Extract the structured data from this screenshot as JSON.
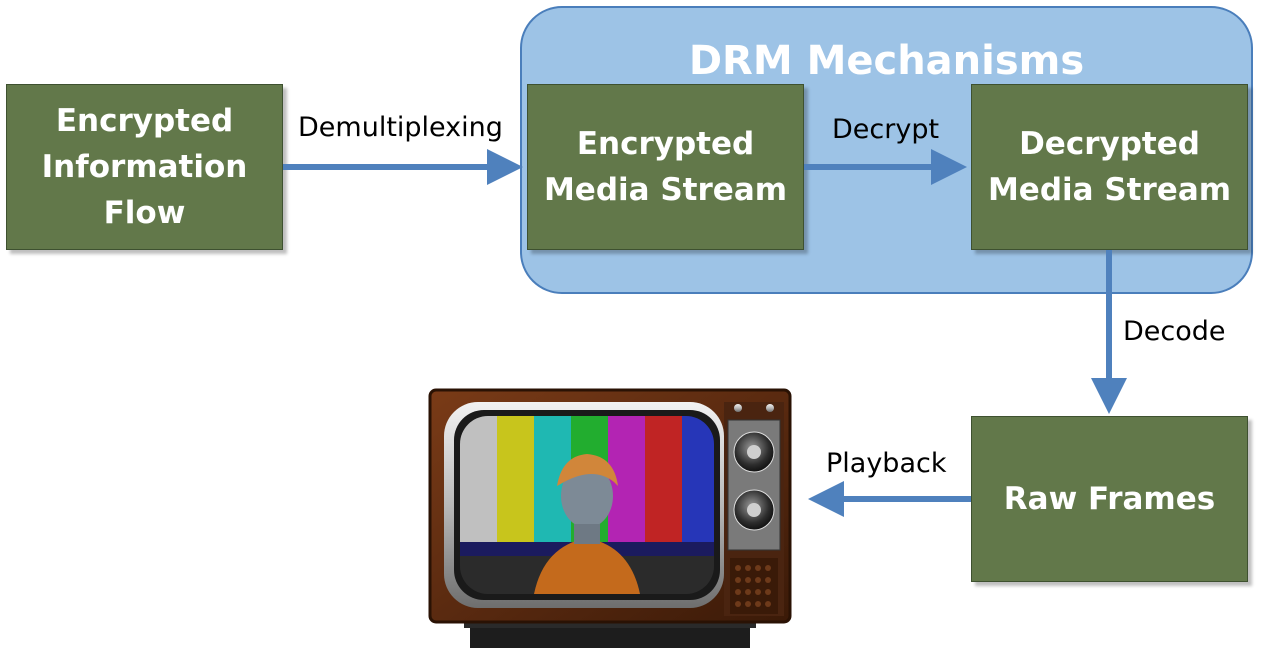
{
  "drm": {
    "title": "DRM Mechanisms"
  },
  "boxes": {
    "encrypted_flow": "Encrypted\nInformation\nFlow",
    "encrypted_stream": "Encrypted\nMedia Stream",
    "decrypted_stream": "Decrypted\nMedia Stream",
    "raw_frames": "Raw Frames"
  },
  "edges": {
    "demux": "Demultiplexing",
    "decrypt": "Decrypt",
    "decode": "Decode",
    "playback": "Playback"
  },
  "colors": {
    "box": "#62784a",
    "panel": "#9dc3e6",
    "arrow": "#4f81bd"
  },
  "tv": {
    "icon": "retro-television-with-test-pattern"
  }
}
